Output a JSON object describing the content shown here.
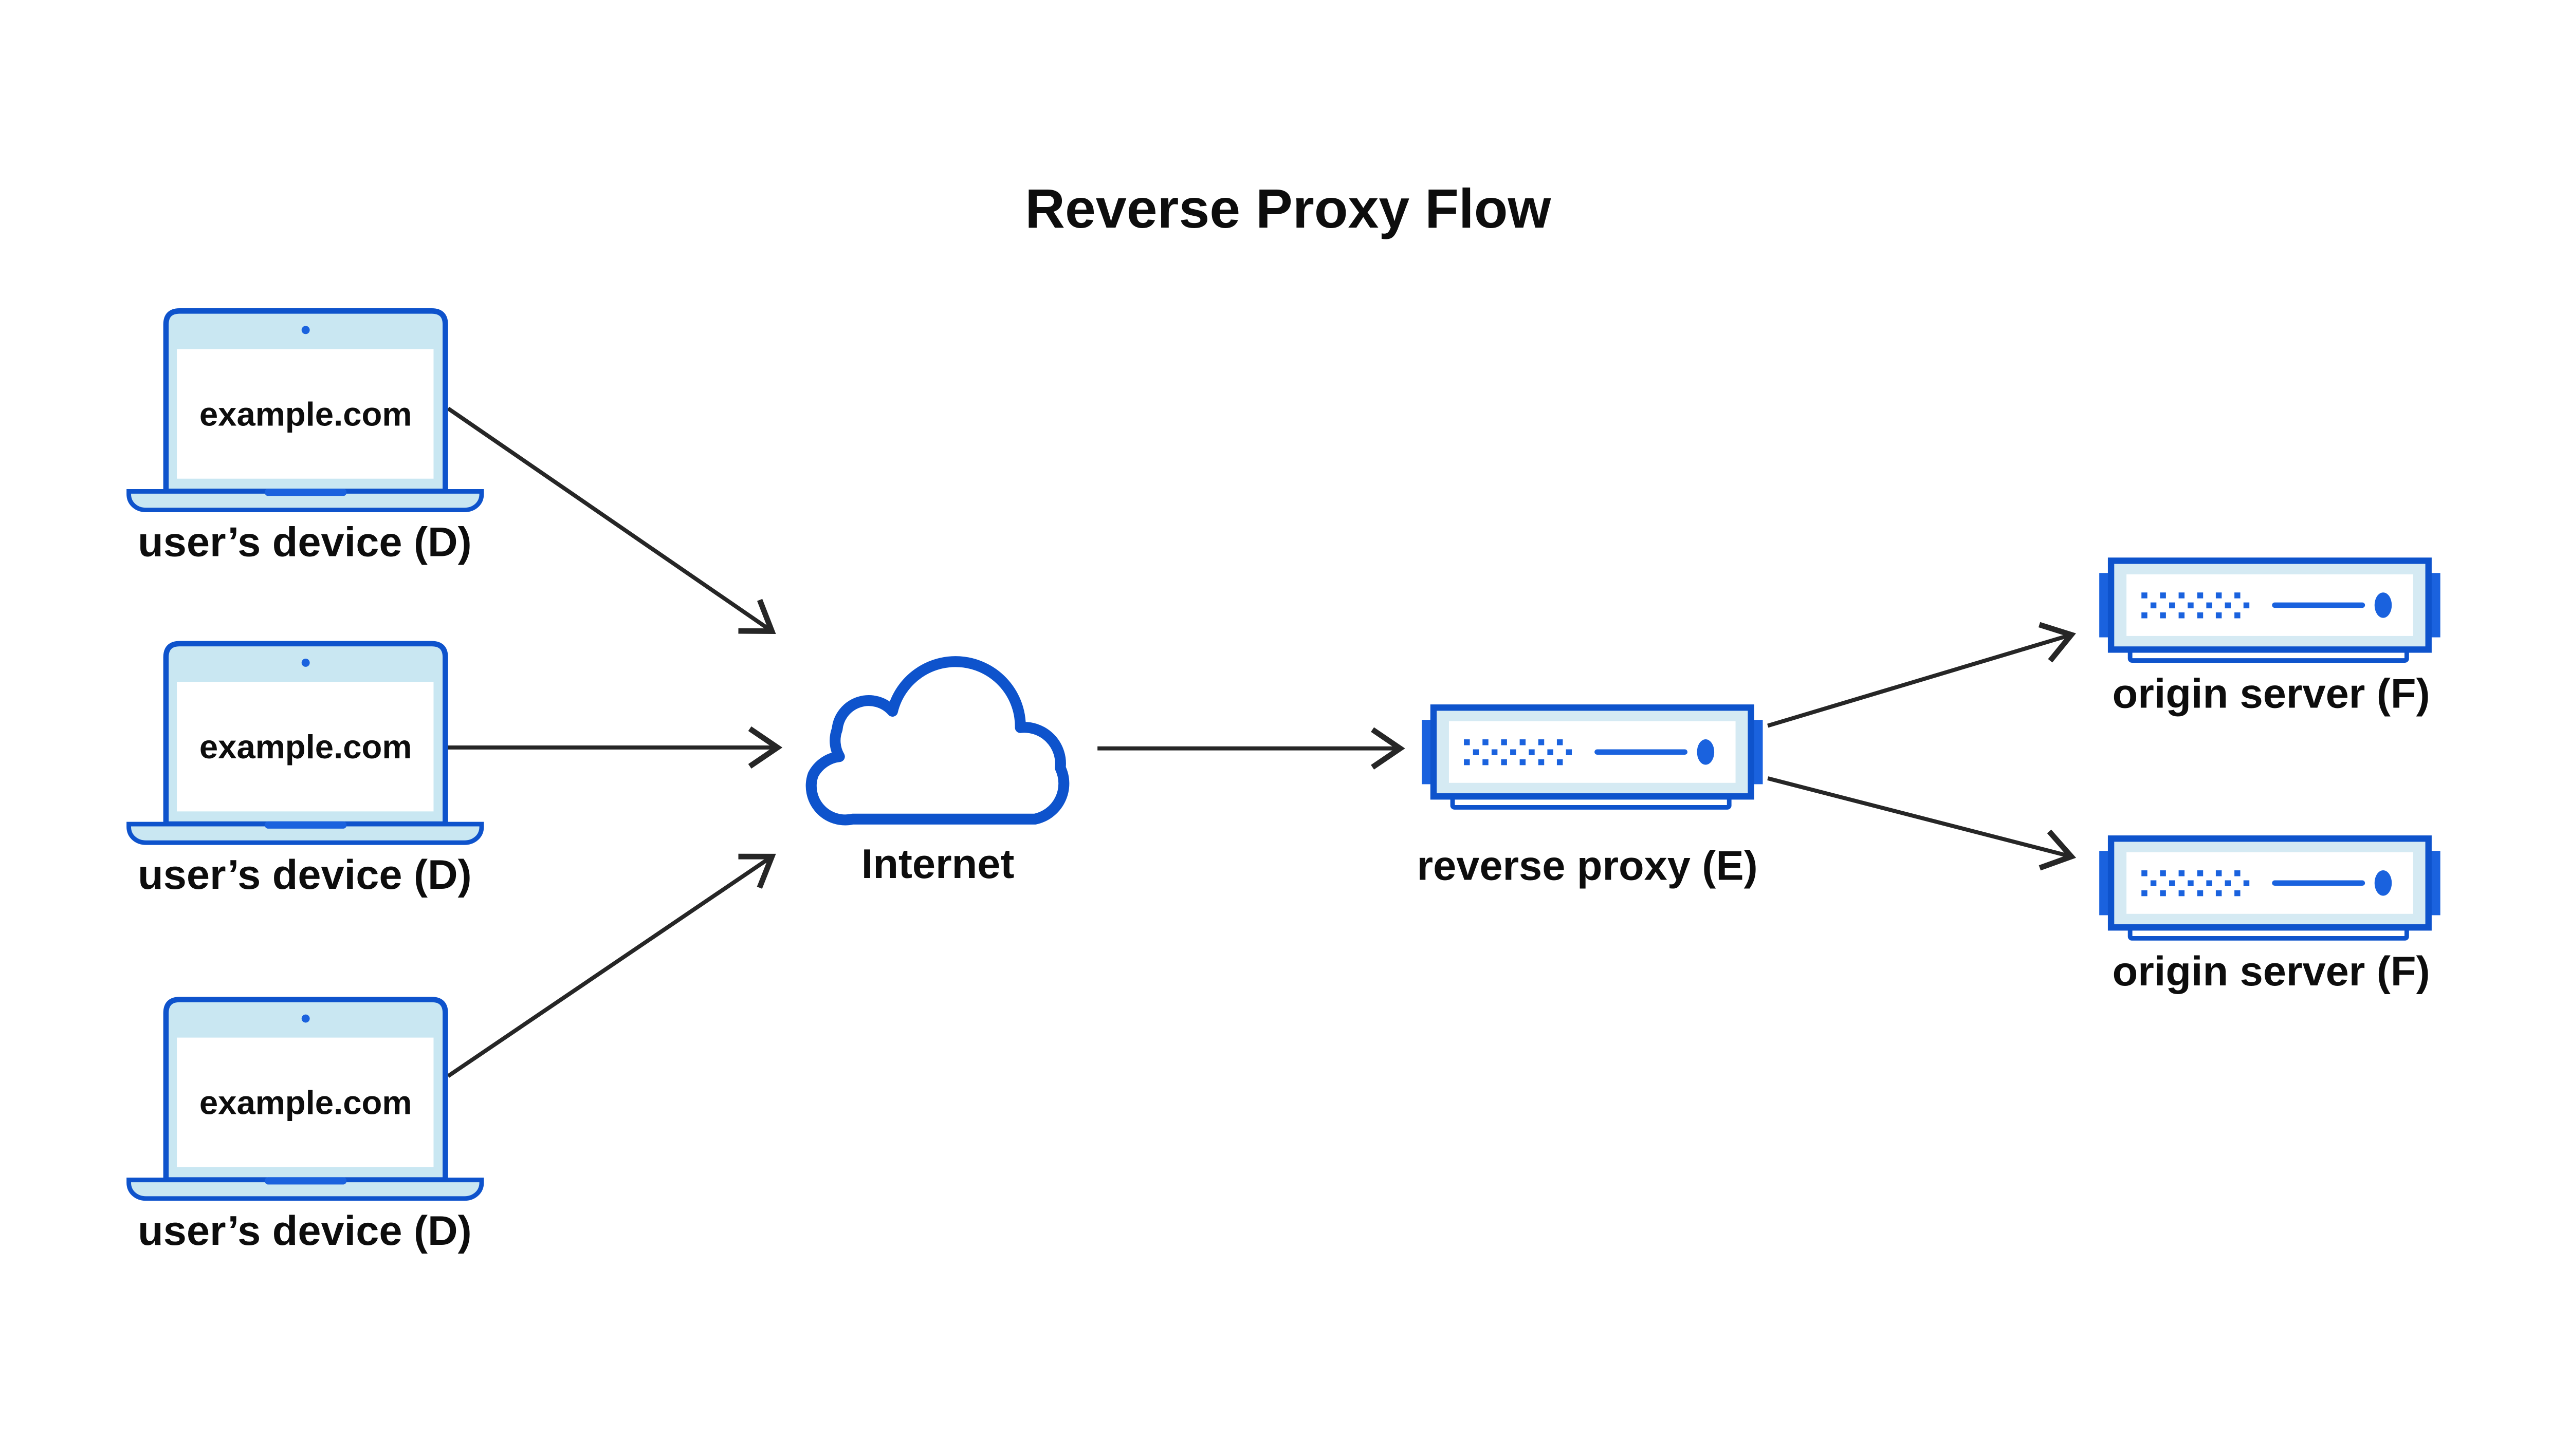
{
  "title": "Reverse Proxy Flow",
  "nodes": {
    "devices": [
      {
        "id": "user-device-1",
        "screen_text": "example.com",
        "label": "user’s device (D)"
      },
      {
        "id": "user-device-2",
        "screen_text": "example.com",
        "label": "user’s device (D)"
      },
      {
        "id": "user-device-3",
        "screen_text": "example.com",
        "label": "user’s device (D)"
      }
    ],
    "internet": {
      "id": "internet",
      "label": "Internet"
    },
    "reverse_proxy": {
      "id": "reverse-proxy",
      "label": "reverse proxy (E)"
    },
    "origin_servers": [
      {
        "id": "origin-server-1",
        "label": "origin server (F)"
      },
      {
        "id": "origin-server-2",
        "label": "origin server (F)"
      }
    ]
  },
  "edges": [
    {
      "from": "user-device-1",
      "to": "internet"
    },
    {
      "from": "user-device-2",
      "to": "internet"
    },
    {
      "from": "user-device-3",
      "to": "internet"
    },
    {
      "from": "internet",
      "to": "reverse-proxy"
    },
    {
      "from": "reverse-proxy",
      "to": "origin-server-1"
    },
    {
      "from": "reverse-proxy",
      "to": "origin-server-2"
    }
  ],
  "icons": {
    "device": "laptop-icon",
    "internet": "cloud-icon",
    "reverse_proxy": "server-icon",
    "origin_server": "server-icon"
  },
  "colors": {
    "primary_blue": "#0e53cc",
    "accent_blue": "#1a62de",
    "laptop_fill": "#c9e7f2",
    "server_fill": "#d5eaf3",
    "arrow": "#262626",
    "text": "#0d0d0d",
    "background": "#ffffff"
  }
}
